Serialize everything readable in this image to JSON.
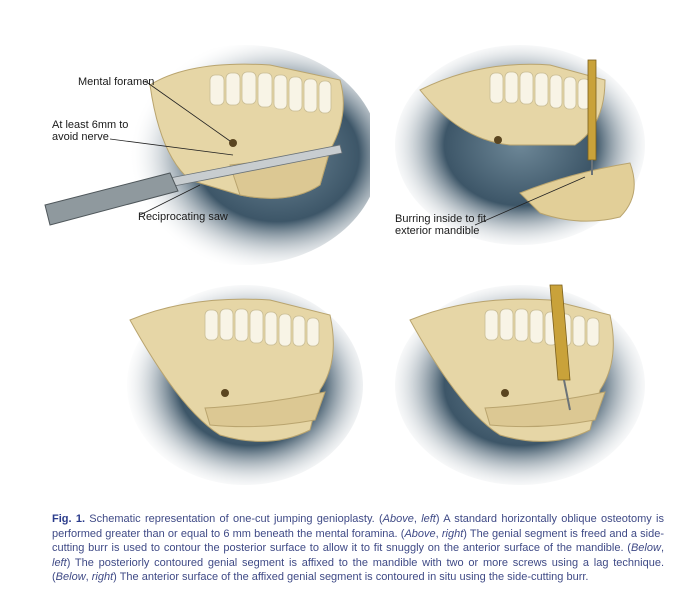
{
  "figure": {
    "labels": {
      "mental_foramen": "Mental foramen",
      "at_least_line1": "At least 6mm to",
      "at_least_line2": "avoid nerve",
      "reciprocating_saw": "Reciprocating saw",
      "burring_line1": "Burring inside to fit",
      "burring_line2": "exterior mandible"
    },
    "colors": {
      "vignette": "#3d5668",
      "bone": "#e6d6a6",
      "bone_shadow": "#b9a46e",
      "tooth": "#f8f4e6",
      "gold": "#c9a23a",
      "steel": "#9aa3a8"
    }
  },
  "caption": {
    "fig_num": "Fig. 1.",
    "t1": " Schematic representation of one-cut jumping genioplasty. (",
    "above": "Above",
    "sep1": ", ",
    "left1": "left",
    "t2": ") A standard horizontally oblique osteotomy is performed greater than or equal to 6 mm beneath the mental foramina. (",
    "above2": "Above",
    "sep2": ", ",
    "right1": "right",
    "t3": ") The genial segment is freed and a side-cutting burr is used to contour the posterior surface to allow it to fit snuggly on the anterior surface of the mandible. (",
    "below": "Below",
    "sep3": ", ",
    "left2": "left",
    "t4": ") The posteriorly contoured genial segment is affixed to the mandible with two or more screws using a lag technique. (",
    "below2": "Below",
    "sep4": ", ",
    "right2": "right",
    "t5": ") The anterior surface of the affixed genial segment is contoured in situ using the side-cutting burr."
  }
}
